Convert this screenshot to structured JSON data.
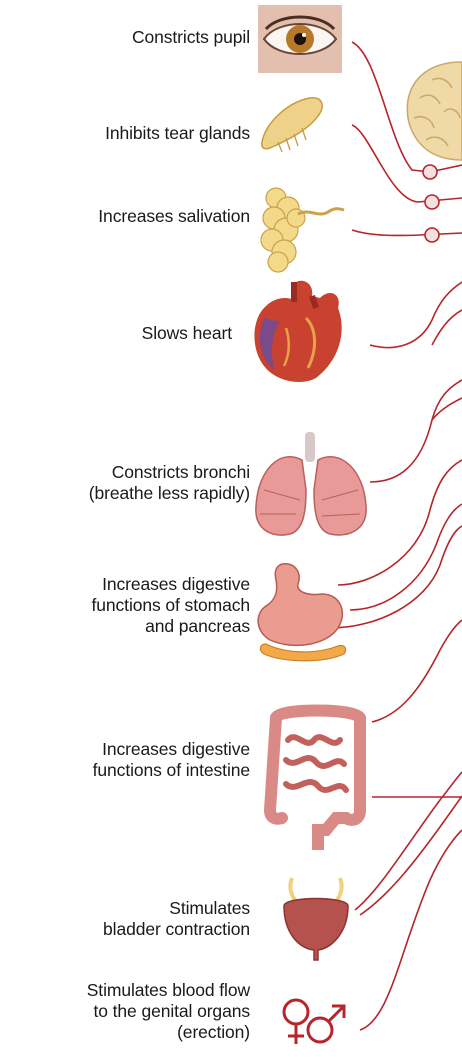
{
  "effects": [
    {
      "id": "pupil",
      "lines": [
        "Constricts pupil"
      ],
      "organ_icon": "eye-icon"
    },
    {
      "id": "tear",
      "lines": [
        "Inhibits tear glands"
      ],
      "organ_icon": "tear-gland-icon"
    },
    {
      "id": "saliva",
      "lines": [
        "Increases salivation"
      ],
      "organ_icon": "salivary-gland-icon"
    },
    {
      "id": "heart",
      "lines": [
        "Slows heart"
      ],
      "organ_icon": "heart-icon"
    },
    {
      "id": "bronchi",
      "lines": [
        "Constricts bronchi",
        "(breathe less rapidly)"
      ],
      "organ_icon": "lungs-icon"
    },
    {
      "id": "stomach",
      "lines": [
        "Increases digestive",
        "functions of stomach",
        "and pancreas"
      ],
      "organ_icon": "stomach-pancreas-icon"
    },
    {
      "id": "intestine",
      "lines": [
        "Increases digestive",
        "functions of intestine"
      ],
      "organ_icon": "intestine-icon"
    },
    {
      "id": "bladder",
      "lines": [
        "Stimulates",
        "bladder contraction"
      ],
      "organ_icon": "bladder-icon"
    },
    {
      "id": "genital",
      "lines": [
        "Stimulates blood flow",
        "to the genital organs",
        "(erection)"
      ],
      "organ_icon": "gender-symbols-icon"
    }
  ],
  "colors": {
    "nerve": "#b5252b",
    "ganglion_fill": "#f3e1e1",
    "text": "#1a1a1a"
  },
  "brain_icon": "brain-icon"
}
